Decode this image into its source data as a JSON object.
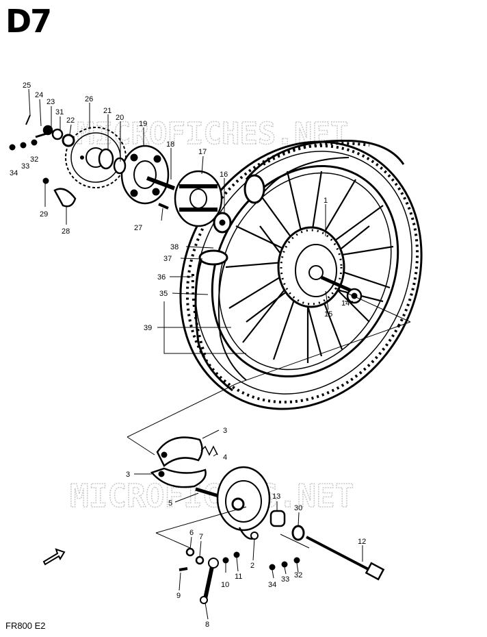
{
  "page_code": "D7",
  "model_code": "FR800  E2",
  "watermark": "MICROFICHES.NET",
  "callouts": [
    "1",
    "2",
    "3",
    "3",
    "4",
    "5",
    "6",
    "7",
    "8",
    "9",
    "10",
    "11",
    "12",
    "13",
    "14",
    "15",
    "16",
    "17",
    "18",
    "19",
    "20",
    "21",
    "22",
    "23",
    "24",
    "25",
    "26",
    "27",
    "28",
    "29",
    "30",
    "31",
    "32",
    "32",
    "33",
    "33",
    "34",
    "34",
    "35",
    "36",
    "37",
    "38",
    "39"
  ],
  "icons": [
    "wheel",
    "tire",
    "tube",
    "sprocket",
    "hub",
    "brake-shoe",
    "brake-panel",
    "axle",
    "front-arrow"
  ]
}
